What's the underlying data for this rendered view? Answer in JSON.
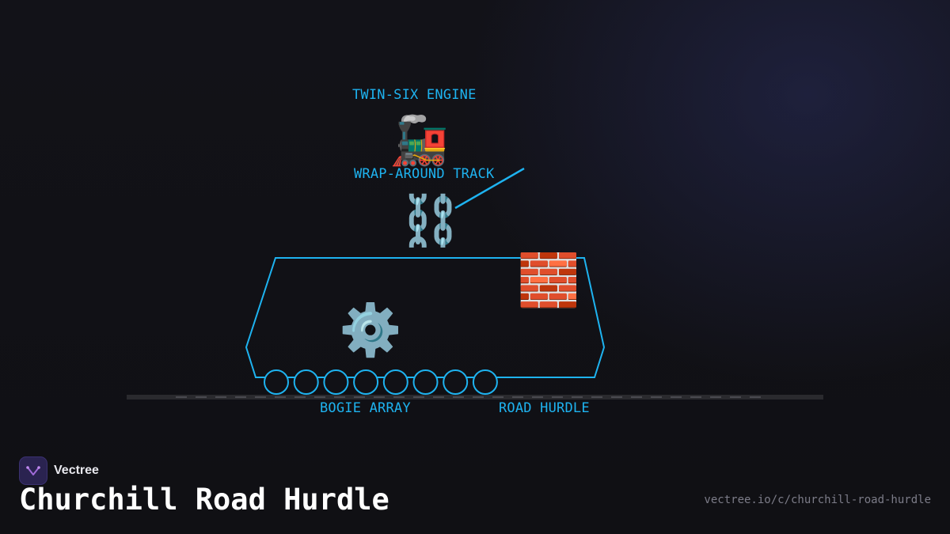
{
  "diagram": {
    "labels": {
      "engine": "TWIN-SIX ENGINE",
      "track": "WRAP-AROUND TRACK",
      "bogie": "BOGIE ARRAY",
      "hurdle": "ROAD HURDLE"
    },
    "icons": {
      "engine": "🚂",
      "track": "⛓️",
      "bogie": "⚙️",
      "hurdle": "🧱"
    },
    "wheel_count": 8,
    "colors": {
      "accent": "#1eb3f0",
      "ground": "#2a2a2e"
    }
  },
  "brand": {
    "name": "Vectree"
  },
  "footer": {
    "title": "Churchill Road Hurdle",
    "url": "vectree.io/c/churchill-road-hurdle"
  }
}
